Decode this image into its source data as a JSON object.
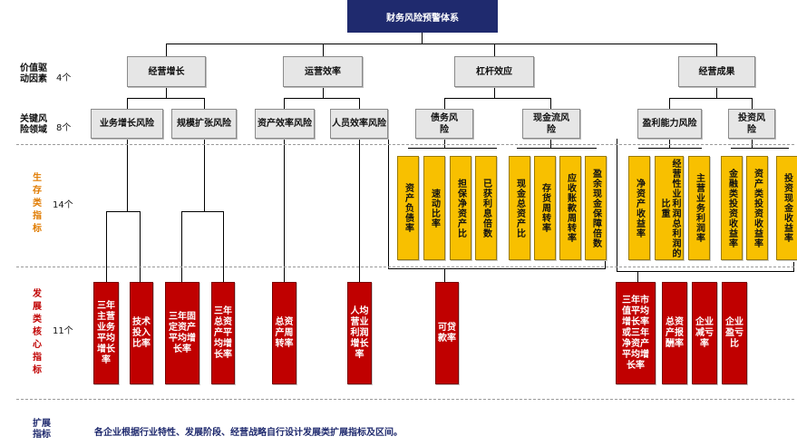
{
  "title": "财务风险预警体系",
  "rows": {
    "driver": {
      "label": "价值驱动因素",
      "count": "4个"
    },
    "key": {
      "label": "关键风险领域",
      "count": "8个"
    },
    "survival": {
      "label": "生存类指标",
      "count": "14个"
    },
    "core": {
      "label": "发展类核心指标",
      "count": "11个"
    },
    "ext": {
      "label": "扩展指标",
      "note": "各企业根据行业特性、发展阶段、经营战略自行设计发展类扩展指标及区间。"
    }
  },
  "drivers": [
    "经营增长",
    "运营效率",
    "杠杆效应",
    "经营成果"
  ],
  "key_areas": [
    "业务增长风险",
    "规模扩张风险",
    "资产效率风险",
    "人员效率风险",
    "债务风险",
    "现金流风险",
    "盈利能力风险",
    "投资风险"
  ],
  "survival": [
    "资产负债率",
    "速动比率",
    "担保净资产比",
    "已获利息倍数",
    "现金总资产比",
    "存货周转率",
    "应收账款周转率",
    "盈余现金保障倍数",
    "净资产收益率",
    "经营性业利润总利润的比重",
    "主营业务利润率",
    "金融类投资收益率",
    "资产类投资收益率",
    "投资现金收益率"
  ],
  "core": [
    "三年主营业务平均增长率",
    "技术投入比率",
    "三年固定资产平均增长率",
    "三年总资产平均增长率",
    "总资产周转率",
    "人均营业利润增长率",
    "可贷款率",
    "三年市值平均增长率或三年净资产平均增长率",
    "总资产报酬率",
    "企业减亏率",
    "企业盈亏比"
  ],
  "colors": {
    "root": "#1f2a6e",
    "survival": "#f8c000",
    "core": "#c00000",
    "survival_label": "#e07b00",
    "core_label": "#c00000"
  }
}
